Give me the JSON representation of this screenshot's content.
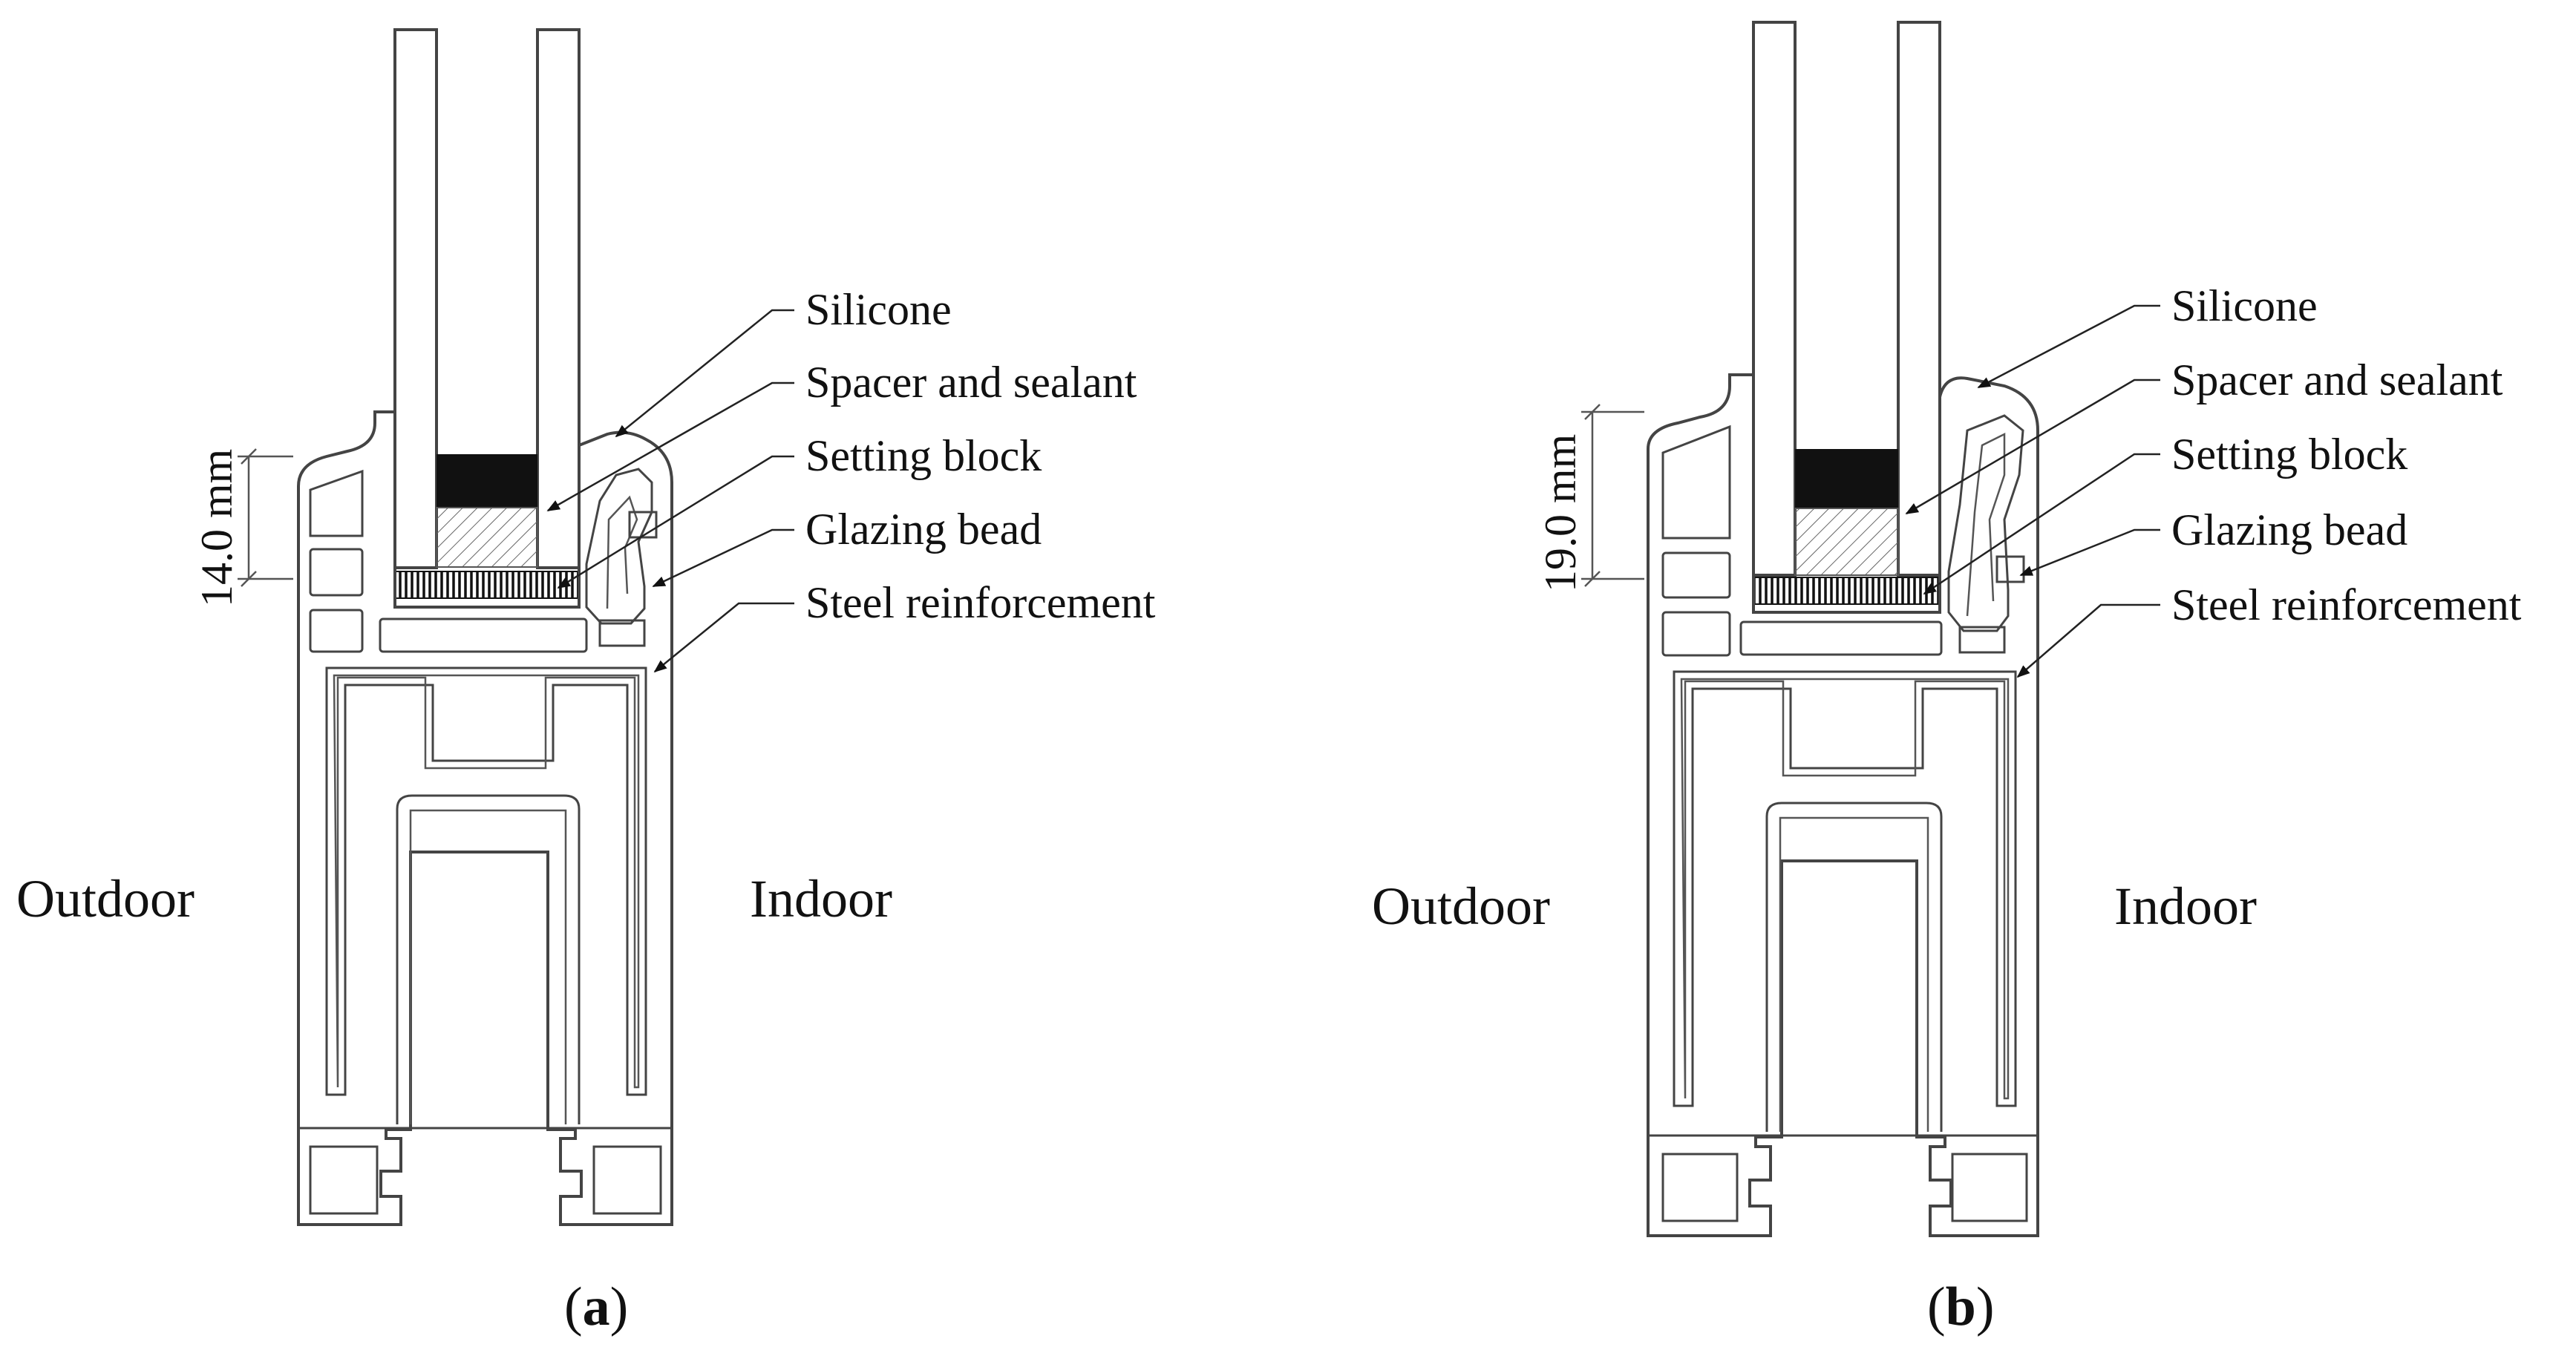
{
  "panels": [
    {
      "id": "a",
      "caption": {
        "open": "(",
        "letter": "a",
        "close": ")"
      },
      "dimension": "14.0 mm",
      "labels": {
        "silicone": "Silicone",
        "spacer": "Spacer and sealant",
        "setting_block": "Setting block",
        "glazing_bead": "Glazing bead",
        "steel": "Steel reinforcement",
        "outdoor": "Outdoor",
        "indoor": "Indoor"
      }
    },
    {
      "id": "b",
      "caption": {
        "open": "(",
        "letter": "b",
        "close": ")"
      },
      "dimension": "19.0 mm",
      "labels": {
        "silicone": "Silicone",
        "spacer": "Spacer and sealant",
        "setting_block": "Setting block",
        "glazing_bead": "Glazing bead",
        "steel": "Steel reinforcement",
        "outdoor": "Outdoor",
        "indoor": "Indoor"
      }
    }
  ]
}
